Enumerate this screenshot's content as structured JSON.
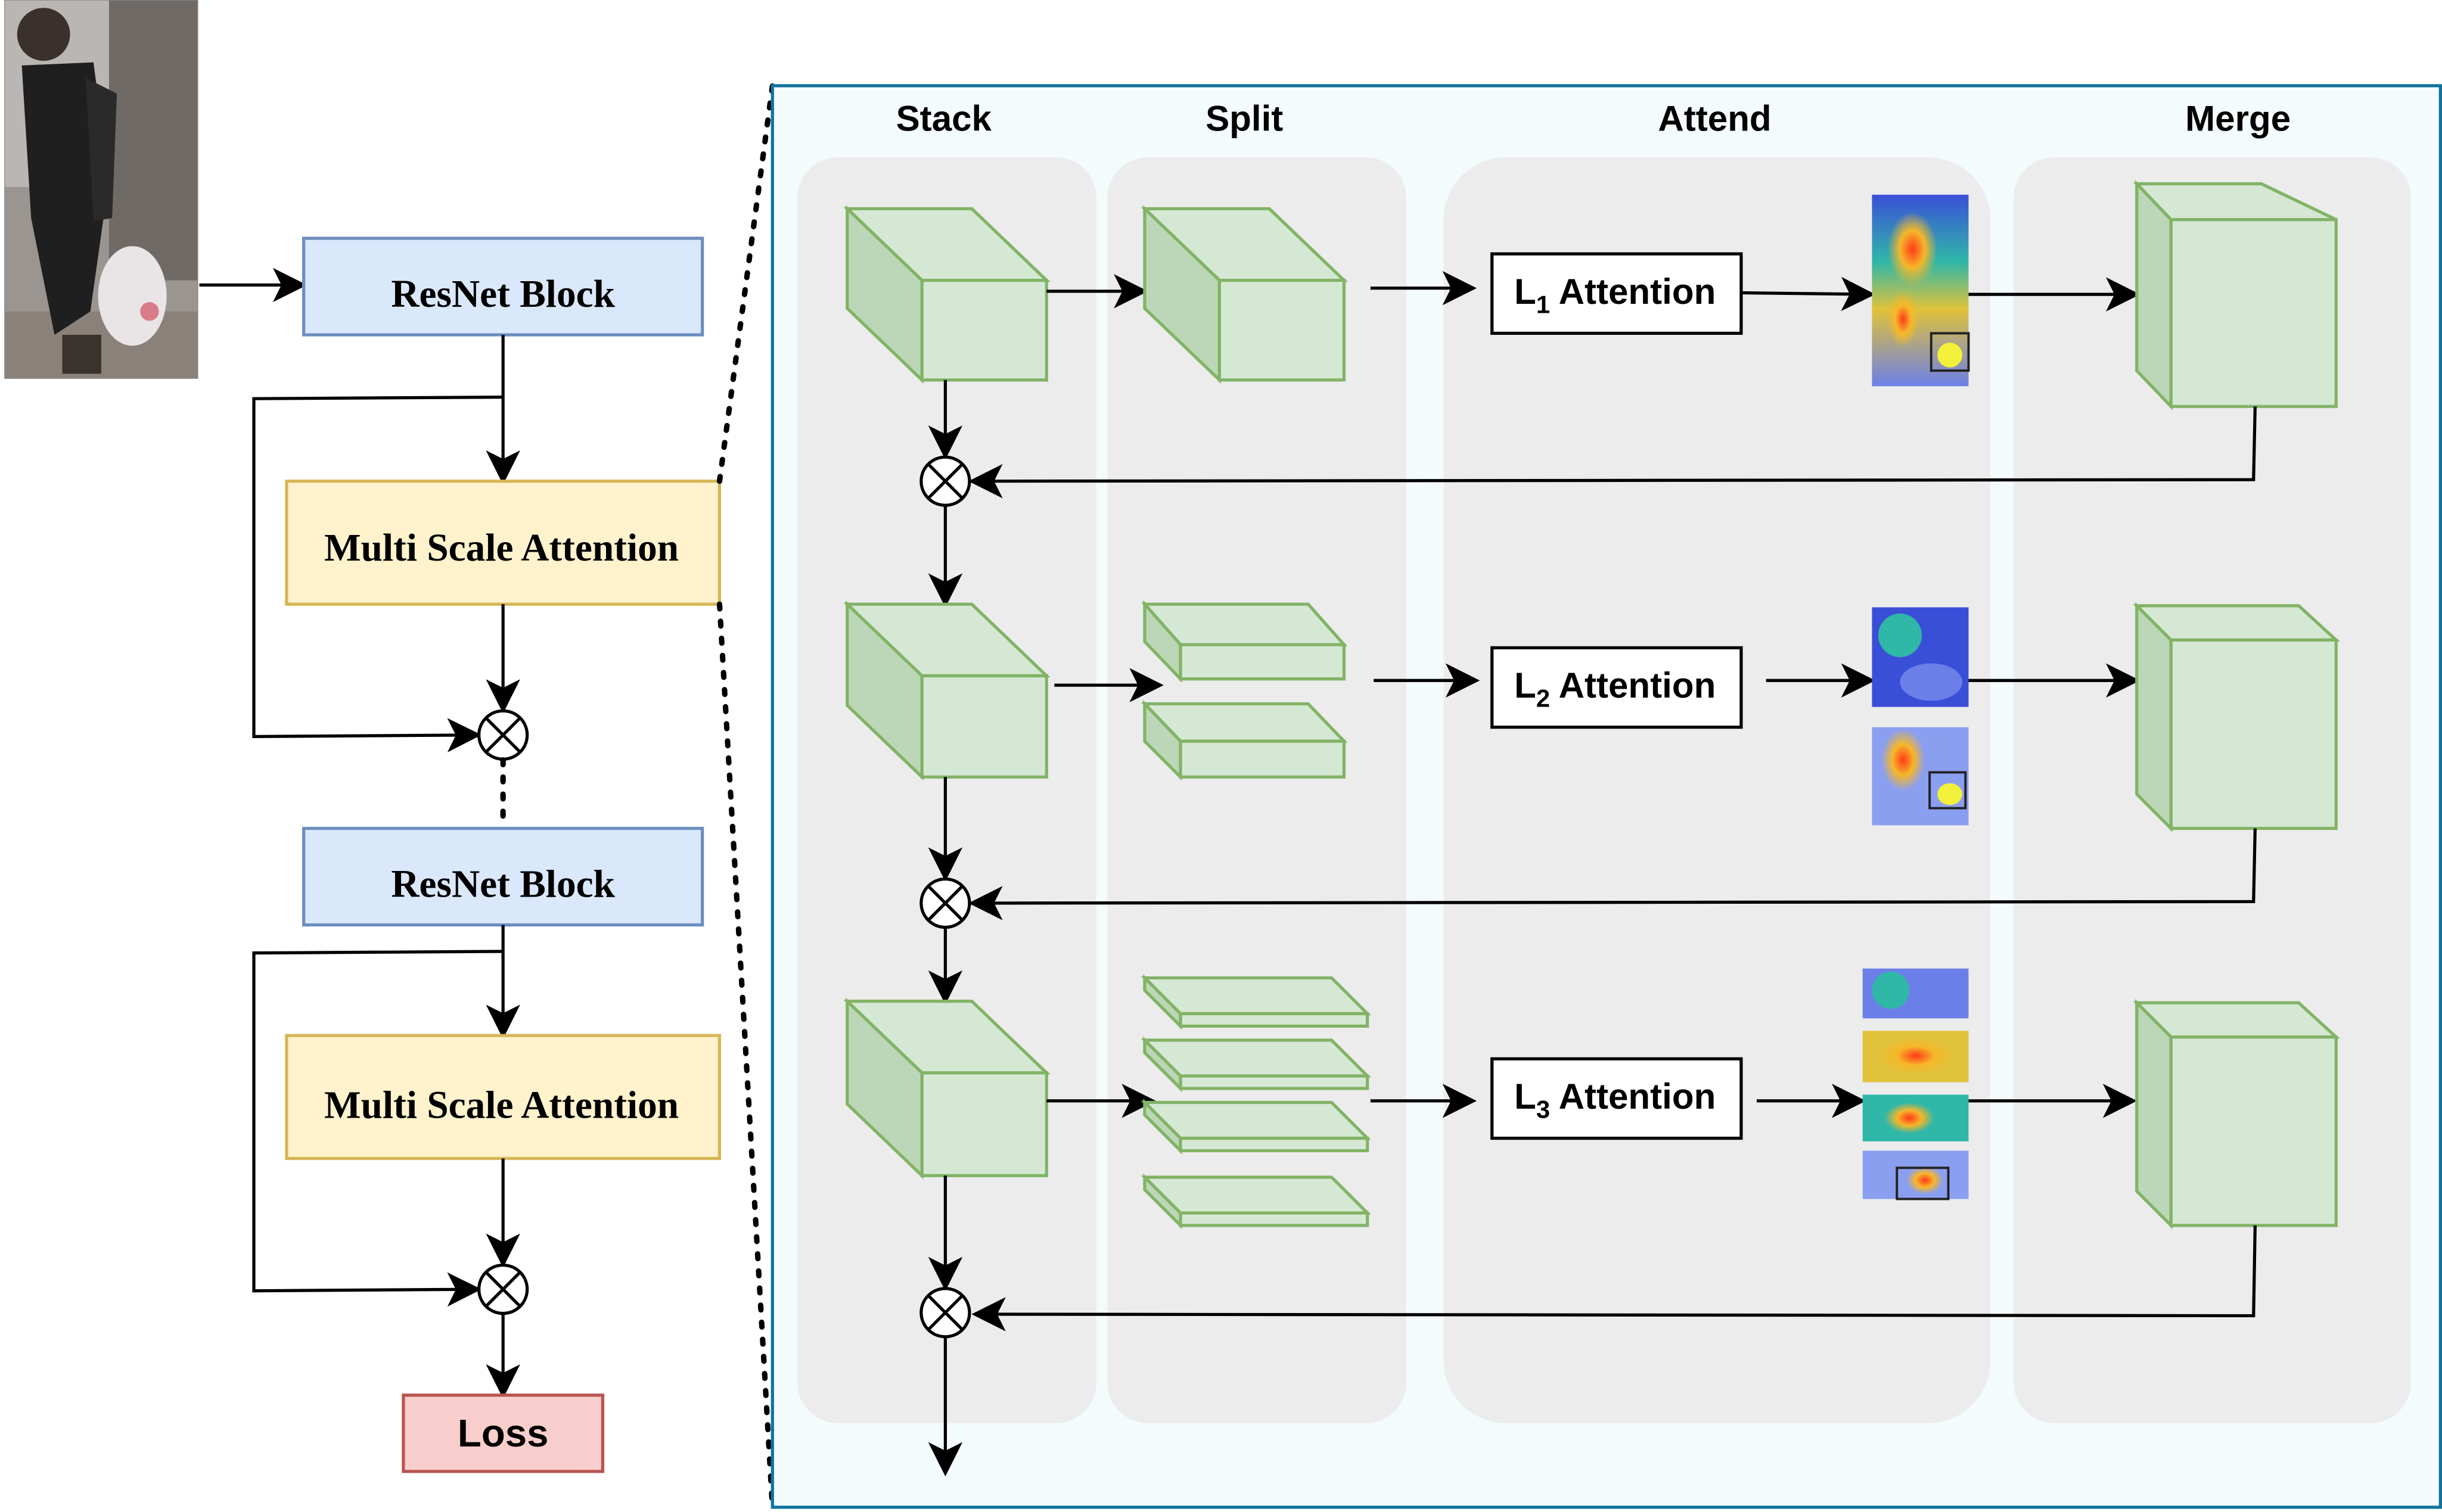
{
  "left_column": {
    "resnet_block_1": "ResNet Block",
    "msa_1": "Multi Scale Attention",
    "resnet_block_2": "ResNet Block",
    "msa_2": "Multi Scale Attention",
    "loss": "Loss"
  },
  "panel": {
    "col_stack": "Stack",
    "col_split": "Split",
    "col_attend": "Attend",
    "col_merge": "Merge",
    "level_1": {
      "prefix": "L",
      "sub": "1",
      "suffix": " Attention"
    },
    "level_2": {
      "prefix": "L",
      "sub": "2",
      "suffix": " Attention"
    },
    "level_3": {
      "prefix": "L",
      "sub": "3",
      "suffix": " Attention"
    }
  },
  "colors": {
    "resnet_fill": "#dae8fc",
    "resnet_stroke": "#6c8ebf",
    "msa_fill": "#fff2cc",
    "msa_stroke": "#d6b656",
    "loss_fill": "#f8cecc",
    "loss_stroke": "#b85450",
    "cube_front": "#d5e8d4",
    "cube_side": "#bcd7b7",
    "cube_stroke": "#82b366",
    "panel_stroke": "#10739e",
    "panel_fill": "#f4fbfd",
    "column_fill": "#ececec"
  },
  "icons": [
    "person-photo",
    "heatmap-thumbnail",
    "multiply-icon",
    "arrow-icon"
  ]
}
